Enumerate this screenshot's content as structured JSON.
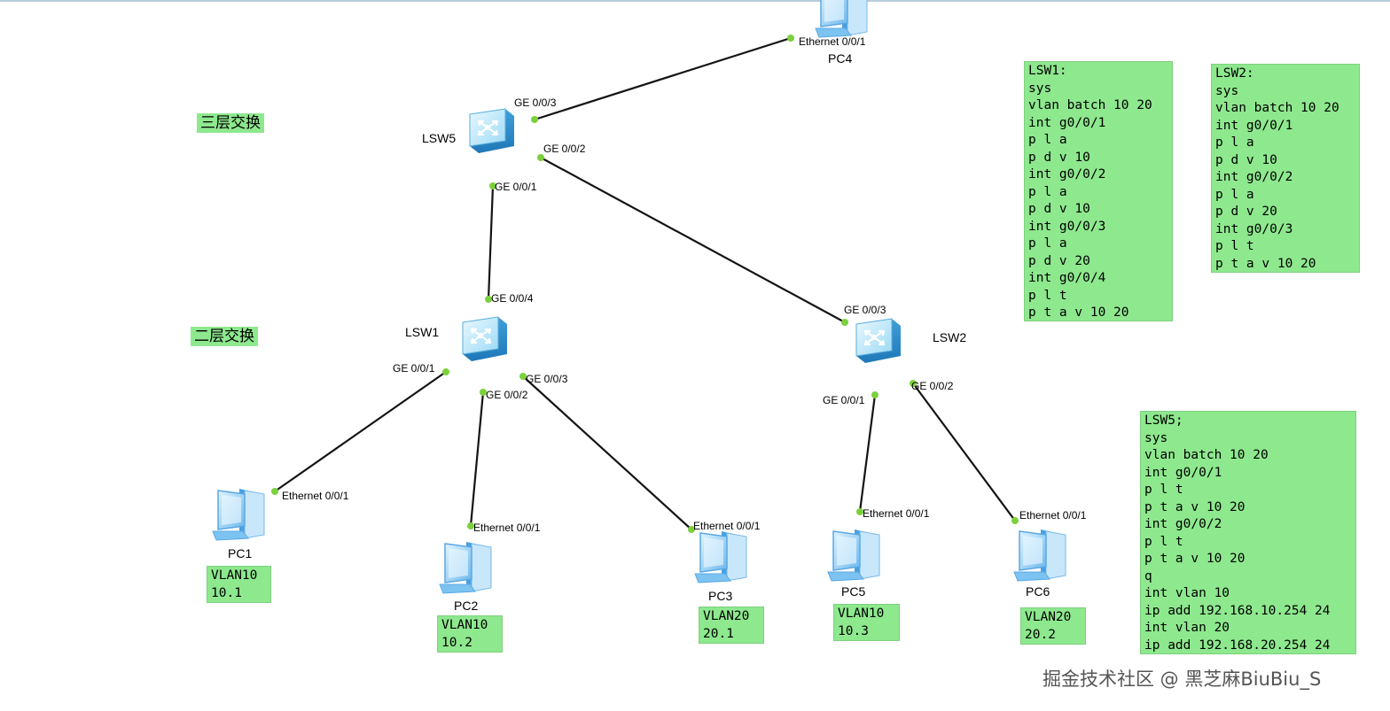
{
  "zones": {
    "layer3": "三层交换",
    "layer2": "二层交换"
  },
  "devices": {
    "lsw5": "LSW5",
    "lsw1": "LSW1",
    "lsw2": "LSW2",
    "pc1": "PC1",
    "pc2": "PC2",
    "pc3": "PC3",
    "pc4": "PC4",
    "pc5": "PC5",
    "pc6": "PC6"
  },
  "ports": {
    "pc4_eth": "Ethernet 0/0/1",
    "lsw5_ge3": "GE 0/0/3",
    "lsw5_ge2": "GE 0/0/2",
    "lsw5_ge1": "GE 0/0/1",
    "lsw1_ge4": "GE 0/0/4",
    "lsw1_ge1": "GE 0/0/1",
    "lsw1_ge2": "GE 0/0/2",
    "lsw1_ge3": "GE 0/0/3",
    "lsw2_ge3": "GE 0/0/3",
    "lsw2_ge1": "GE 0/0/1",
    "lsw2_ge2": "GE 0/0/2",
    "pc1_eth": "Ethernet 0/0/1",
    "pc2_eth": "Ethernet 0/0/1",
    "pc3_eth": "Ethernet 0/0/1",
    "pc5_eth": "Ethernet 0/0/1",
    "pc6_eth": "Ethernet 0/0/1"
  },
  "pc_notes": {
    "pc1": "VLAN10\n10.1",
    "pc2": "VLAN10\n10.2",
    "pc3": "VLAN20\n20.1",
    "pc5": "VLAN10\n10.3",
    "pc6": "VLAN20\n20.2"
  },
  "configs": {
    "lsw1": "LSW1:\nsys\nvlan batch 10 20\nint g0/0/1\np l a\np d v 10\nint g0/0/2\np l a\np d v 10\nint g0/0/3\np l a\np d v 20\nint g0/0/4\np l t\np t a v 10 20",
    "lsw2": "LSW2:\nsys\nvlan batch 10 20\nint g0/0/1\np l a\np d v 10\nint g0/0/2\np l a\np d v 20\nint g0/0/3\np l t\np t a v 10 20",
    "lsw5": "LSW5;\nsys\nvlan batch 10 20\nint g0/0/1\np l t\np t a v 10 20\nint g0/0/2\np l t\np t a v 10 20\nq\nint vlan 10\nip add 192.168.10.254 24\nint vlan 20\nip add 192.168.20.254 24"
  },
  "watermark": "掘金技术社区 @ 黑芝麻BiuBiu_S",
  "colors": {
    "note_bg": "#8ee88e",
    "port_dot": "#7bd13d",
    "switch_body": "#6fc8ee",
    "pc_body": "#7cc3f2"
  }
}
